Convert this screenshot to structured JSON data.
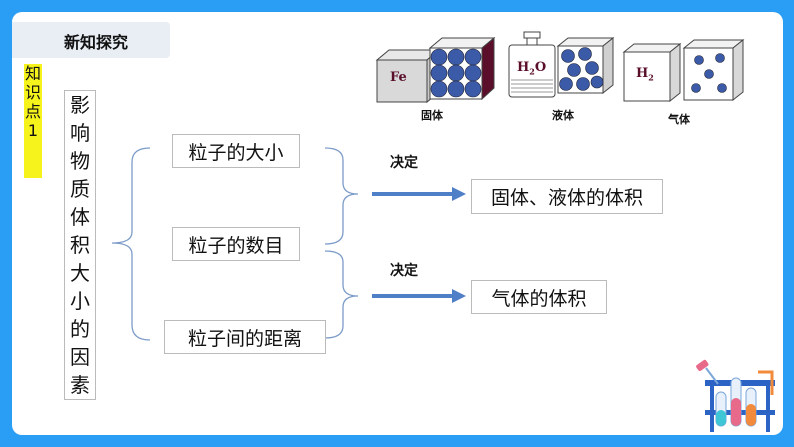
{
  "section_title": "新知探究",
  "point_tag": [
    "知",
    "识",
    "点",
    "1"
  ],
  "factors_title": [
    "影",
    "响",
    "物",
    "质",
    "体",
    "积",
    "大",
    "小",
    "的",
    "因",
    "素"
  ],
  "factors": [
    "粒子的大小",
    "粒子的数目",
    "粒子间的距离"
  ],
  "determine_label": "决定",
  "results": [
    "固体、液体的体积",
    "气体的体积"
  ],
  "states": {
    "solid": {
      "label": "固体",
      "symbol": "Fe"
    },
    "liquid": {
      "label": "液体",
      "symbol_main": "H",
      "symbol_sub": "2",
      "symbol_tail": "O"
    },
    "gas": {
      "label": "气体",
      "symbol_main": "H",
      "symbol_sub": "2"
    }
  },
  "colors": {
    "background": "#2a9df4",
    "tag": "#f6f21c",
    "arrow": "#4f7fc7",
    "particle": "#3b5ba8",
    "solid_side": "#5a0e2a"
  }
}
